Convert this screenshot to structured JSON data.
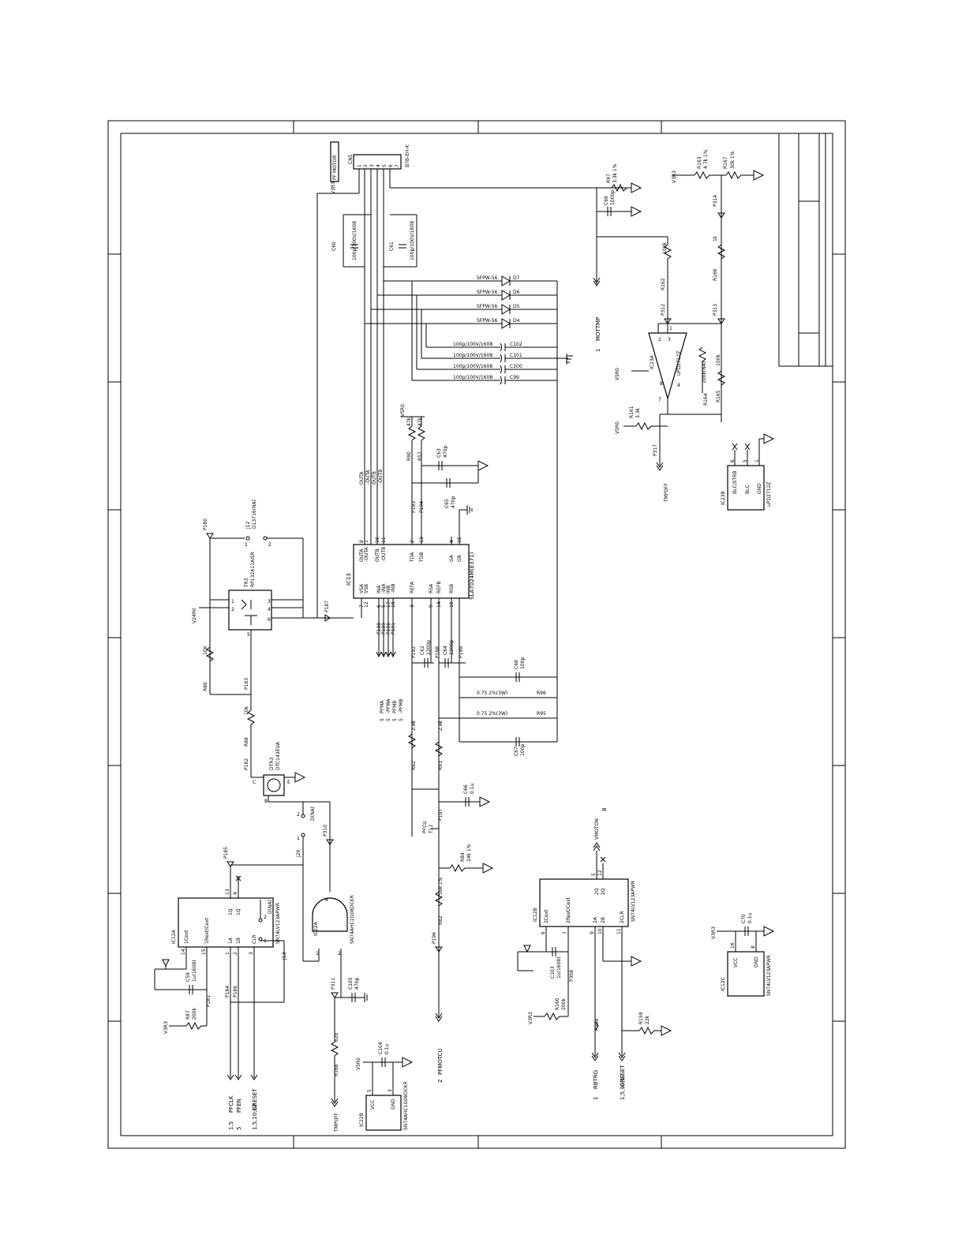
{
  "frame": {
    "cols": [
      "",
      "",
      "",
      ""
    ],
    "ic13": {
      "ref": "IC13",
      "part": "SLA7024M(E371)",
      "left_pins": [
        "VSA",
        "VSB",
        "INA",
        "-INA",
        "INB",
        "-INB",
        "REFA",
        "RSA",
        "REFB",
        "RSB"
      ],
      "right_pins": [
        "OUTA",
        "-OUTA",
        "OUTB",
        "-OUTB",
        "TDA",
        "TDB",
        "GA",
        "GB"
      ],
      "nums": [
        "7",
        "12",
        "6",
        "5",
        "17",
        "18",
        "3",
        "9",
        "14",
        "10",
        "8",
        "1",
        "16",
        "11",
        "2",
        "13",
        "4",
        "15"
      ]
    },
    "cn5": {
      "ref": "CN5",
      "part": "B7B-EH-K",
      "label": "PF MOTOR",
      "pins": [
        "1",
        "2",
        "3",
        "4",
        "5",
        "6",
        "7"
      ]
    },
    "nets": {
      "v3r3": "V3R3",
      "v5r0": "V5R0",
      "v24r0": "V24R0",
      "outa": "OUTA",
      "outa_n": "-OUTA",
      "outb": "OUTB",
      "outb_n": "-OUTB"
    },
    "diodes": [
      {
        "ref": "D7",
        "part": "SFPW-56"
      },
      {
        "ref": "D6",
        "part": "SFPW-56"
      },
      {
        "ref": "D5",
        "part": "SFPW-56"
      },
      {
        "ref": "D4",
        "part": "SFPW-56"
      }
    ],
    "caps_row": [
      {
        "ref": "C102",
        "val": "100p/100V/1608"
      },
      {
        "ref": "C101",
        "val": "100p/100V/1608"
      },
      {
        "ref": "C100",
        "val": "100p/100V/1608"
      },
      {
        "ref": "C99",
        "val": "100p/100V/1608"
      }
    ],
    "c60": {
      "ref": "C60",
      "val": "100p/100V/1608"
    },
    "c61": {
      "ref": "C61",
      "val": "100p/100V/1608"
    },
    "r97": {
      "ref": "R97",
      "val": "3.3k 1%"
    },
    "c69": {
      "ref": "C69",
      "val": "1000p"
    },
    "mottmp": {
      "num": "1",
      "label": "MOTTMP"
    },
    "r163": {
      "ref": "R163",
      "val": "4.7k 1%"
    },
    "r167": {
      "ref": "R167",
      "val": "30k 1%"
    },
    "p314": "P314",
    "r162": {
      "ref": "R162",
      "val": "100k"
    },
    "r166": {
      "ref": "R166",
      "val": "1k"
    },
    "p312": "P312",
    "p313": "P313",
    "ic23a": {
      "ref": "IC23A",
      "part": "uPD2712Z",
      "pins": [
        "2",
        "3",
        "1",
        "8",
        "4",
        "7"
      ]
    },
    "r164": {
      "ref": "R164",
      "val": "100k(NA)"
    },
    "r165": {
      "ref": "R165",
      "val": "100k"
    },
    "r161": {
      "ref": "R161",
      "val": "3.3k"
    },
    "p317": "P317",
    "tmpoff": "TMPOFF",
    "ic23b": {
      "ref": "IC23B",
      "part": "uPD2712Z",
      "pins": [
        "BLC/STRB",
        "BLC",
        "GND"
      ],
      "nums": [
        "6",
        "5",
        "1"
      ]
    },
    "r90": {
      "ref": "R90",
      "val": "47k"
    },
    "r57": {
      "ref": "R57",
      "val": "47k"
    },
    "c63": {
      "ref": "C63",
      "val": "470p"
    },
    "c65": {
      "ref": "C65",
      "val": "470p"
    },
    "p193": "P193",
    "p194": "P194",
    "p180": "P180",
    "j12": {
      "ref": "J12",
      "val": "D13716(NA)",
      "pins": [
        "1",
        "2"
      ]
    },
    "tr3": {
      "ref": "TR3",
      "part": "RP132A11AISR",
      "pins": [
        "1",
        "2",
        "3",
        "4",
        "5",
        "6"
      ]
    },
    "p187": "P187",
    "r86": {
      "ref": "R86",
      "val": "10K"
    },
    "p183": "P183",
    "r88": {
      "ref": "R88",
      "val": "10k"
    },
    "p182": "P182",
    "dtr3": {
      "ref": "DTR3",
      "part": "DTC143EUA",
      "pins": [
        "C",
        "B",
        "E"
      ]
    },
    "pfa": [
      {
        "num": "5",
        "label": "PFMA"
      },
      {
        "num": "5",
        "label": "-PFMA"
      },
      {
        "num": "5",
        "label": "PFMB"
      },
      {
        "num": "5",
        "label": "-PFMB"
      }
    ],
    "p188": "P188",
    "p189": "P189",
    "p190": "P190",
    "p191": "P191",
    "p192": "P192",
    "c62": {
      "ref": "C62",
      "val": "2200p"
    },
    "c64": {
      "ref": "C64",
      "val": "2200p"
    },
    "p198": "P198",
    "p199": "P199",
    "c68": {
      "ref": "C68",
      "val": "100p"
    },
    "r96": {
      "ref": "R96",
      "val": "0.75 2%(3W)"
    },
    "r95": {
      "ref": "R95",
      "val": "0.75 2%(3W)"
    },
    "c67": {
      "ref": "C67",
      "val": "100p"
    },
    "r92": {
      "ref": "R92",
      "val": "2.4k"
    },
    "r93": {
      "ref": "R93",
      "val": "2.4k"
    },
    "c66": {
      "ref": "C66",
      "val": "0.1u"
    },
    "p197": "P197",
    "pfcu": {
      "ref": "PFCU",
      "tp": "T12"
    },
    "j20": {
      "ref": "J20",
      "val": "D(NA)",
      "pins": [
        "1",
        "2"
      ]
    },
    "p310": "P310",
    "p185": "P185",
    "ic12a": {
      "ref": "IC12A",
      "part": "SN74LV123APWR",
      "pins": [
        "1Cext",
        "1Rext/Cext",
        "1A",
        "1B",
        "CLR",
        "1Q",
        "1Q"
      ],
      "nums": [
        "14",
        "15",
        "1",
        "2",
        "3",
        "13",
        "4"
      ]
    },
    "j13": {
      "ref": "J13",
      "val": "D(NA)",
      "pins": [
        "1",
        "2"
      ]
    },
    "ic22a": {
      "ref": "IC22A",
      "part": "SN74AHC1G08DCKR",
      "pins": [
        "1",
        "2",
        "4"
      ]
    },
    "c59": {
      "ref": "C59",
      "val": "1u(1608)"
    },
    "p181": "P181",
    "r87": {
      "ref": "R87",
      "val": "200k"
    },
    "p184": "P184",
    "p186": "P186",
    "sigs_left": [
      {
        "num": "1,5",
        "label": "PFCLK"
      },
      {
        "num": "5",
        "label": "PFEN"
      },
      {
        "num": "1,5,10,12",
        "label": "-GRESET"
      }
    ],
    "p311": "P311",
    "c105": {
      "ref": "C105",
      "val": "470p"
    },
    "r168": {
      "ref": "R168",
      "val": "620"
    },
    "c104": {
      "ref": "C104",
      "val": "0.1u"
    },
    "ic22b": {
      "ref": "IC22B",
      "part": "SN74AHC1G08DCKR",
      "pins": [
        "VCC",
        "GND"
      ],
      "nums": [
        "5",
        "3"
      ]
    },
    "r84": {
      "ref": "R84",
      "val": "24k 1%"
    },
    "r82": {
      "ref": "R82",
      "val": "56k 1%"
    },
    "p196": "P196",
    "pfmotcu": {
      "num": "2",
      "label": "PFMOTCU"
    },
    "vmoton": {
      "label": "VMOTON",
      "num": "8"
    },
    "ic12b": {
      "ref": "IC12B",
      "part": "SN74LV123APWR",
      "pins": [
        "2Cext",
        "2Rext/Cext",
        "2A",
        "2B",
        "2CLR",
        "2Q",
        "2Q"
      ],
      "nums": [
        "6",
        "7",
        "9",
        "10",
        "11",
        "5",
        "12"
      ]
    },
    "c103": {
      "ref": "C103",
      "val": "1u(1608)"
    },
    "p308": "P308",
    "r160": {
      "ref": "R160",
      "val": "200k"
    },
    "p309": "P309",
    "r159": {
      "ref": "R159",
      "val": "22k"
    },
    "sigs_right": [
      {
        "num": "1",
        "label": "RBTRG"
      },
      {
        "num": "1,5,10,12",
        "label": "-GRESET"
      }
    ],
    "c70": {
      "ref": "C70",
      "val": "0.1u"
    },
    "ic12c": {
      "ref": "IC12C",
      "part": "SN74LV123APWR",
      "pins": [
        "VCC",
        "GND"
      ],
      "nums": [
        "16",
        "8"
      ]
    }
  }
}
